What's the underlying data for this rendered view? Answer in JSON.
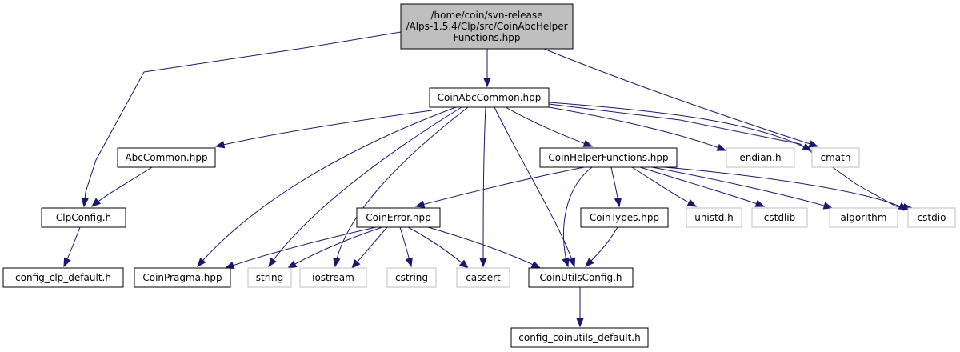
{
  "colors": {
    "edge": "#191970",
    "root_fill": "#bfbfbf",
    "node_border": "#000000",
    "missing_border": "#bfbfbf",
    "text": "#000000"
  },
  "nodes": {
    "root": {
      "lines": [
        "/home/coin/svn-release",
        "/Alps-1.5.4/Clp/src/CoinAbcHelper",
        "Functions.hpp"
      ]
    },
    "abccommon_coin": {
      "lines": [
        "CoinAbcCommon.hpp"
      ]
    },
    "abccommon": {
      "lines": [
        "AbcCommon.hpp"
      ]
    },
    "clpconfig": {
      "lines": [
        "ClpConfig.h"
      ]
    },
    "config_clp": {
      "lines": [
        "config_clp_default.h"
      ]
    },
    "helper": {
      "lines": [
        "CoinHelperFunctions.hpp"
      ]
    },
    "endian": {
      "lines": [
        "endian.h"
      ]
    },
    "cmath": {
      "lines": [
        "cmath"
      ]
    },
    "coinerror": {
      "lines": [
        "CoinError.hpp"
      ]
    },
    "cointypes": {
      "lines": [
        "CoinTypes.hpp"
      ]
    },
    "unistd": {
      "lines": [
        "unistd.h"
      ]
    },
    "cstdlib": {
      "lines": [
        "cstdlib"
      ]
    },
    "algorithm": {
      "lines": [
        "algorithm"
      ]
    },
    "cstdio": {
      "lines": [
        "cstdio"
      ]
    },
    "pragma": {
      "lines": [
        "CoinPragma.hpp"
      ]
    },
    "string": {
      "lines": [
        "string"
      ]
    },
    "iostream": {
      "lines": [
        "iostream"
      ]
    },
    "cstring": {
      "lines": [
        "cstring"
      ]
    },
    "cassert": {
      "lines": [
        "cassert"
      ]
    },
    "utilsconfig": {
      "lines": [
        "CoinUtilsConfig.h"
      ]
    },
    "config_coinutils": {
      "lines": [
        "config_coinutils_default.h"
      ]
    }
  }
}
